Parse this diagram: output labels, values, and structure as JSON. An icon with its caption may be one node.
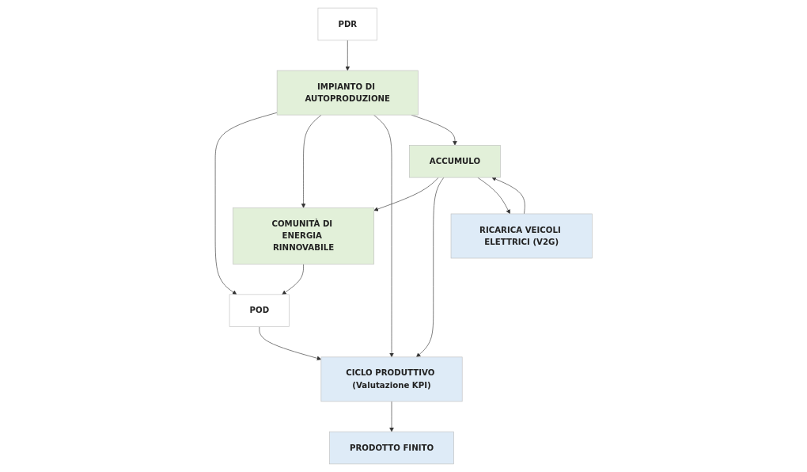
{
  "diagram": {
    "nodes": [
      {
        "text": [
          "POD"
        ]
      },
      {
        "text": [
          "PDR"
        ]
      },
      {
        "text": [
          "COMUNITÀ DI ENERGIA RINNOVABILE"
        ]
      },
      {
        "text": [
          "IMPIANTO DI AUTOPRODUZIONE"
        ]
      },
      {
        "text": [
          "ACCUMULO"
        ]
      },
      {
        "text": [
          "CICLO PRODUTTIVO (Valutazione KPI)"
        ]
      },
      {
        "text": [
          "RICARICA VEICOLI ELETTRICI (V2G)"
        ]
      },
      {
        "text": [
          "PRODOTTO FINITO"
        ]
      }
    ],
    "edges": [
      {
        "from": 2,
        "to": 0,
        "arrow": "to"
      },
      {
        "from": 3,
        "to": 0,
        "arrow": "to"
      },
      {
        "from": 1,
        "to": 3,
        "arrow": "to"
      },
      {
        "from": 3,
        "to": 2,
        "arrow": "to"
      },
      {
        "from": 0,
        "to": 5,
        "arrow": "to"
      },
      {
        "from": 3,
        "to": 5,
        "arrow": "to"
      },
      {
        "from": 3,
        "to": 4,
        "arrow": "to"
      },
      {
        "from": 4,
        "to": 2,
        "arrow": "to"
      },
      {
        "from": 4,
        "to": 5,
        "arrow": "to"
      },
      {
        "from": 4,
        "to": 6,
        "arrow": "to"
      },
      {
        "from": 6,
        "to": 4,
        "arrow": "to"
      },
      {
        "from": 5,
        "to": 7,
        "arrow": "to"
      }
    ]
  }
}
